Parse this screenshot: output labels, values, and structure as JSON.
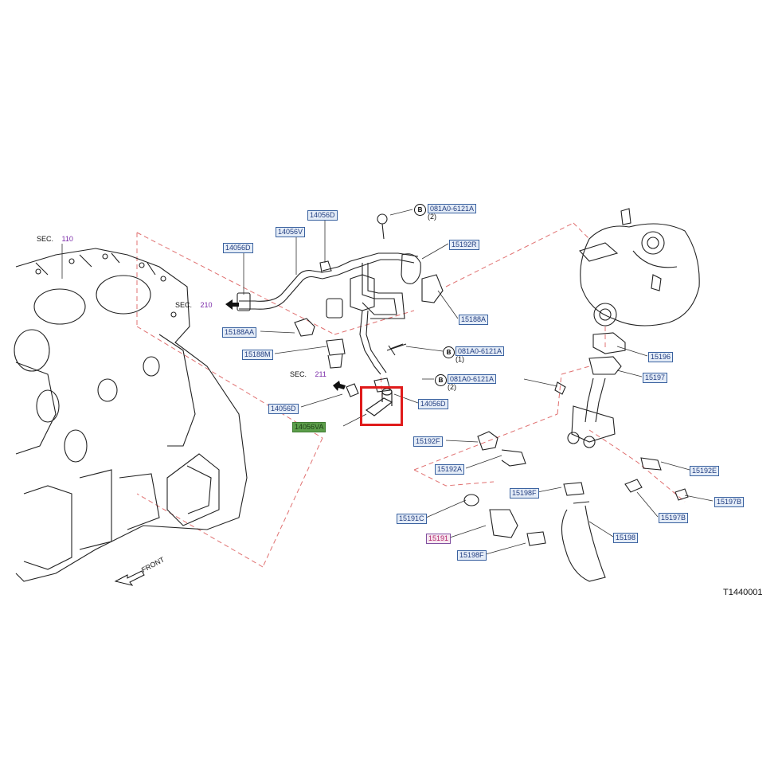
{
  "sections": [
    {
      "id": "sec110",
      "prefix": "SEC.",
      "number": "110"
    },
    {
      "id": "sec210",
      "prefix": "SEC.",
      "number": "210"
    },
    {
      "id": "sec211",
      "prefix": "SEC.",
      "number": "211"
    }
  ],
  "bolt_callouts": [
    {
      "id": "b1",
      "letter": "B",
      "code": "081A0-6121A",
      "qty": "(2)"
    },
    {
      "id": "b2",
      "letter": "B",
      "code": "081A0-6121A",
      "qty": "(1)"
    },
    {
      "id": "b3",
      "letter": "B",
      "code": "081A0-6121A",
      "qty": "(2)"
    }
  ],
  "part_labels": {
    "p14056D_a": "14056D",
    "p14056V": "14056V",
    "p14056D_b": "14056D",
    "p15188AA": "15188AA",
    "p15188M": "15188M",
    "p14056D_c": "14056D",
    "p14056VA": "14056VA",
    "p14056D_d": "14056D",
    "p15192R": "15192R",
    "p15188A": "15188A",
    "p15196": "15196",
    "p15197": "15197",
    "p15192F": "15192F",
    "p15192A": "15192A",
    "p15192E": "15192E",
    "p15198F_a": "15198F",
    "p15197B_a": "15197B",
    "p15197B_b": "15197B",
    "p15191C": "15191C",
    "p15191": "15191",
    "p15198": "15198",
    "p15198F_b": "15198F"
  },
  "front_label": "FRONT",
  "diagram_id": "T1440001",
  "colors": {
    "line": "#222222",
    "dash": "#e07070",
    "label_bg": "#e4ecf7",
    "label_border": "#3a62a0",
    "highlight": "#e01b1b",
    "selected_bg": "#5c9e4a",
    "pink_bg": "#f6e7ef"
  }
}
